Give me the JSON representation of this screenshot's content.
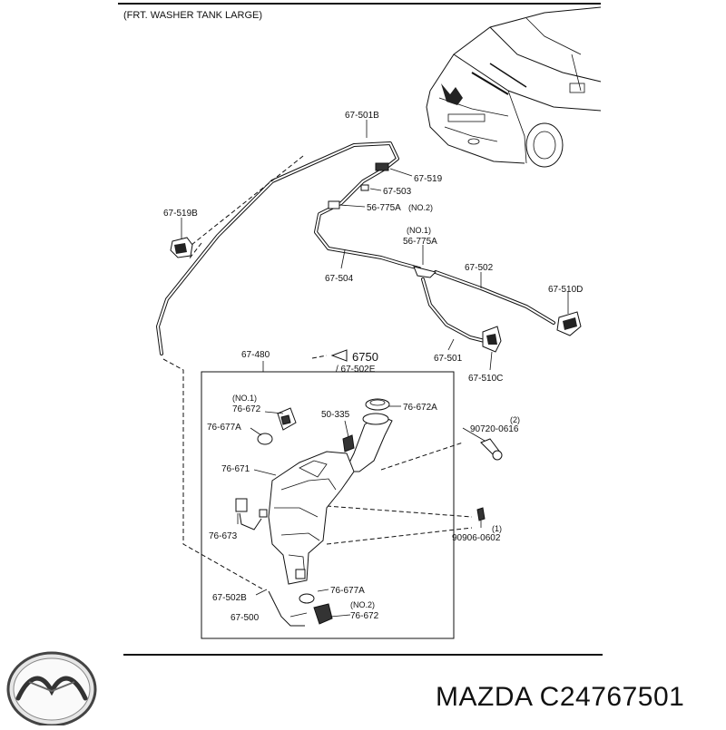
{
  "header": "(FRT. WASHER TANK LARGE)",
  "brand": {
    "logo_icon": "mazda-logo-icon",
    "caption": "MAZDA C24767501"
  },
  "callouts": {
    "hose_67_501b": "67-501B",
    "check_valve_67_519": "67-519",
    "joint_67_503": "67-503",
    "joint_56_775a_no2": "56-775A",
    "joint_56_775a_no2_note": "(NO.2)",
    "joint_56_775a_no1_note": "(NO.1)",
    "joint_56_775a_no1": "56-775A",
    "nozzle_67_519b": "67-519B",
    "hose_67_504": "67-504",
    "hose_67_502": "67-502",
    "nozzle_67_510d": "67-510D",
    "hose_67_501": "67-501",
    "nozzle_67_510c": "67-510C",
    "tank_assy_67_480": "67-480",
    "ref_6750": "6750",
    "ref_67_502e": "/ 67-502E",
    "motor_no1_note": "(NO.1)",
    "motor_76_672_no1": "76-672",
    "seal_76_677a_top": "76-677A",
    "bracket_50_335": "50-335",
    "cap_76_672a": "76-672A",
    "qty_2": "(2)",
    "bolt_90720_0616": "90720-0616",
    "tank_76_671": "76-671",
    "sensor_76_673": "76-673",
    "qty_1": "(1)",
    "clip_90906_0602": "90906-0602",
    "hose_67_502b": "67-502B",
    "seal_76_677a_bottom": "76-677A",
    "motor_no2_note": "(NO.2)",
    "hose_67_500": "67-500",
    "motor_76_672_no2": "76-672"
  }
}
